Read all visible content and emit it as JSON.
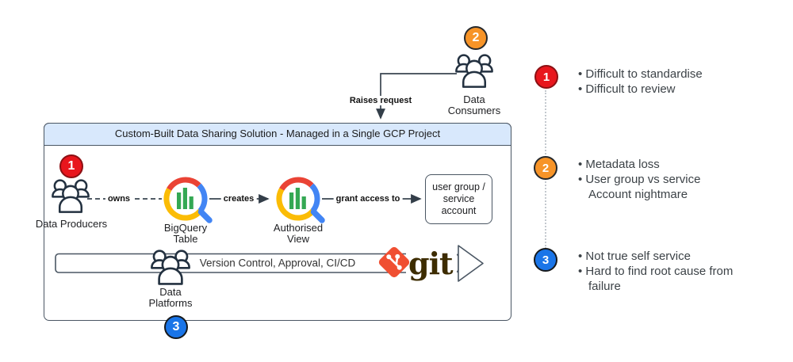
{
  "header": {
    "title": "Custom-Built Data Sharing Solution - Managed in a Single GCP Project"
  },
  "nodes": {
    "data_producers": {
      "label": "Data Producers",
      "badge": "1"
    },
    "bigquery_table": {
      "label": "BigQuery Table"
    },
    "authorised_view": {
      "label": "Authorised View"
    },
    "user_group": {
      "label": "user group / service account"
    },
    "data_consumers": {
      "label": "Data Consumers",
      "badge": "2"
    },
    "data_platforms": {
      "label": "Data Platforms",
      "badge": "3"
    }
  },
  "edges": {
    "owns": "owns",
    "creates": "creates",
    "grant_access": "grant access to",
    "raises_request": "Raises request"
  },
  "banner": {
    "label": "Version Control, Approval, CI/CD",
    "git_label": "git"
  },
  "right_panel": {
    "items": [
      {
        "badge": "1",
        "color": "#e8161d",
        "bullets": [
          "Difficult to standardise",
          "Difficult to review"
        ]
      },
      {
        "badge": "2",
        "color": "#f79428",
        "bullets": [
          "Metadata loss",
          "User group vs service Account nightmare"
        ]
      },
      {
        "badge": "3",
        "color": "#1a75e8",
        "bullets": [
          "Not true self service",
          "Hard to find root cause from failure"
        ]
      }
    ]
  },
  "colors": {
    "header_fill": "#d8e8fc",
    "box_border": "#4a5663",
    "people_stroke": "#233140",
    "lens_red": "#ea4335",
    "lens_blue": "#4285f4",
    "lens_yellow": "#fbbc05",
    "lens_green": "#34a853",
    "git_orange": "#f04f32",
    "git_text": "#3d2c00"
  }
}
